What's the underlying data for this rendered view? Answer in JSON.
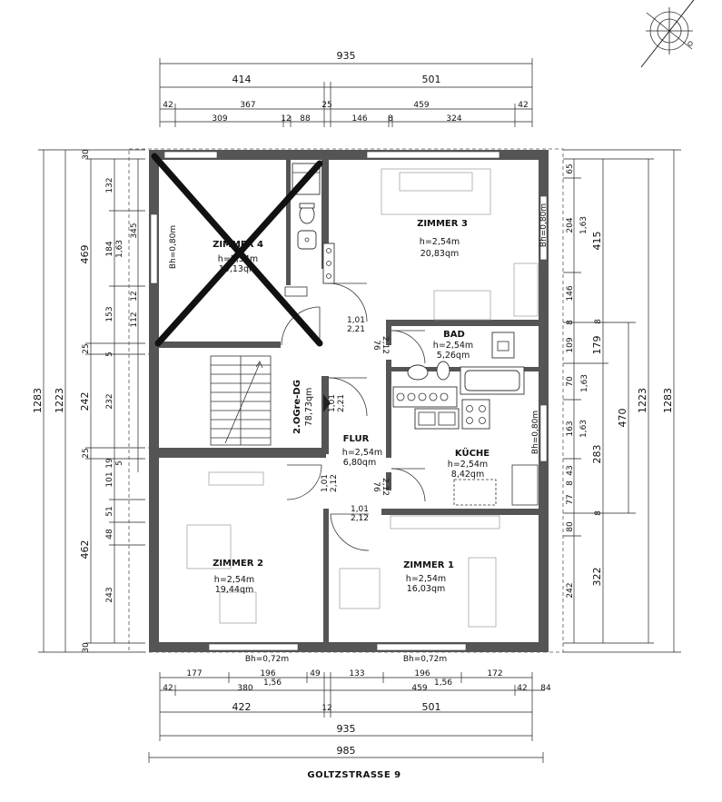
{
  "plan": {
    "street": "GOLTZSTRASSE 9",
    "rooms": {
      "zimmer3": {
        "name": "ZIMMER 3",
        "height": "h=2,54m",
        "area": "20,83qm"
      },
      "zimmer4": {
        "name": "ZIMMER 4",
        "height": "h=2,54m",
        "area": "14,13qm"
      },
      "bad": {
        "name": "BAD",
        "height": "h=2,54m",
        "area": "5,26qm"
      },
      "flur": {
        "name": "FLUR",
        "height": "h=2,54m",
        "area": "6,80qm"
      },
      "kueche": {
        "name": "KÜCHE",
        "height": "h=2,54m",
        "area": "8,42qm"
      },
      "zimmer2": {
        "name": "ZIMMER 2",
        "height": "h=2,54m",
        "area": "19,44qm"
      },
      "zimmer1": {
        "name": "ZIMMER 1",
        "height": "h=2,54m",
        "area": "16,03qm"
      },
      "stair": {
        "name": "2.OGre-DG",
        "area": "78,73qm"
      }
    },
    "windows": {
      "bh_z4": "Bh=0,80m",
      "bh_z3": "Bh=0,80m",
      "bh_kueche": "Bh=0,80m",
      "bh_z2": "Bh=0,72m",
      "bh_z1": "Bh=0,72m"
    },
    "doors": {
      "d1": {
        "w": "1,01",
        "h": "2,21"
      },
      "d2": {
        "w": "1,01",
        "h": "2,21"
      },
      "d3": {
        "w": "1,01",
        "h": "2,12"
      },
      "d4": {
        "w": "1,01",
        "h": "2,12"
      },
      "d5": {
        "w": "76",
        "h": "2,12"
      },
      "d6": {
        "w": "76",
        "h": "2,12"
      }
    },
    "dims_top": {
      "total": "935",
      "left": "414",
      "right": "501",
      "r3": [
        "42",
        "367",
        "25",
        "459",
        "42"
      ],
      "r4": [
        "309",
        "12",
        "88",
        "146",
        "8",
        "324"
      ]
    },
    "dims_bottom": {
      "r1": [
        "177",
        "196",
        "49",
        "133",
        "196",
        "172"
      ],
      "r1_sub": [
        "1,56",
        "1,56"
      ],
      "r2": [
        "42",
        "380",
        "459",
        "42",
        "84"
      ],
      "r3": [
        "422",
        "12",
        "501"
      ],
      "total": "935",
      "outer": "985"
    },
    "dims_left": {
      "outer": "1283",
      "inner": "1223",
      "c3": [
        "30",
        "469",
        "25",
        "242",
        "25",
        "462",
        "30"
      ],
      "c4": [
        "132",
        "184",
        "1,63",
        "153",
        "232",
        "101",
        "51",
        "48",
        "243"
      ],
      "c5": [
        "345",
        "112",
        "12",
        "5",
        "19",
        "5"
      ]
    },
    "dims_right": {
      "outer": "1283",
      "inner": "1223",
      "c2": [
        "415",
        "179",
        "470"
      ],
      "c1": [
        "65",
        "204",
        "1,63",
        "146",
        "8",
        "109",
        "70",
        "1,63",
        "163",
        "43",
        "8",
        "77",
        "80",
        "242"
      ],
      "c1b": [
        "8",
        "8",
        "283",
        "322",
        "1,63"
      ]
    }
  }
}
